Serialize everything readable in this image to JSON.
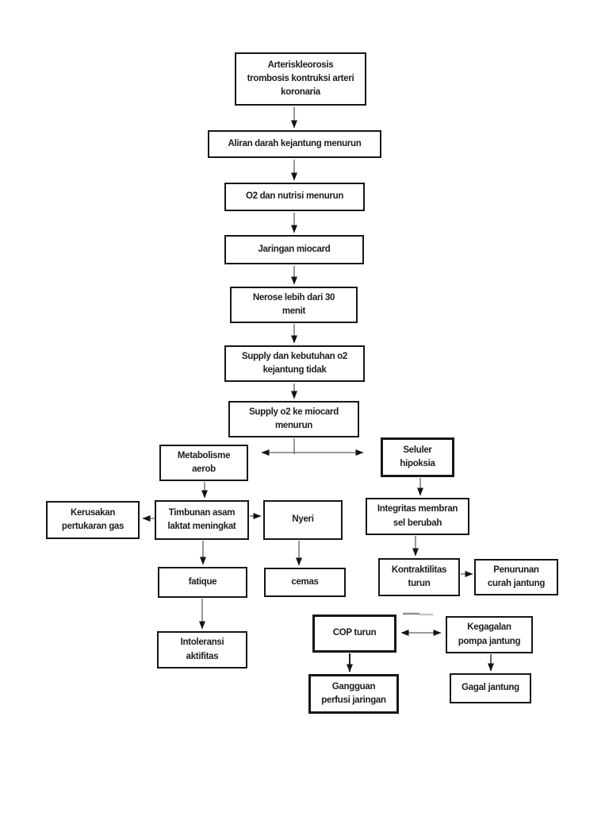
{
  "diagram": {
    "type": "flowchart",
    "language": "Indonesian",
    "topic": "Patofisiologi gagal jantung (pathway)",
    "colors": {
      "background": "#ffffff",
      "box_border": "#161616",
      "text": "#1c1c1c",
      "arrow_shaft": "#5f5f5f",
      "arrow_head": "#141414",
      "stray_mark": "#9a9a9a"
    },
    "nodes": {
      "arteriosclerosis": {
        "label": "Arteriskleorosis\ntrombosis kontruksi arteri\nkoronaria"
      },
      "aliran_darah": {
        "label": "Aliran darah kejantung menurun"
      },
      "o2_nutrisi": {
        "label": "O2 dan nutrisi menurun"
      },
      "jaringan_miocard": {
        "label": "Jaringan miocard"
      },
      "nerose": {
        "label": "Nerose lebih dari 30\nmenit"
      },
      "supply_kebutuhan": {
        "label": "Supply dan kebutuhan o2\nkejantung tidak"
      },
      "supply_o2": {
        "label": "Supply o2 ke miocard\nmenurun"
      },
      "metabolisme_aerob": {
        "label": "Metabolisme\naerob"
      },
      "seluler_hipoksia": {
        "label": "Seluler\nhipoksia"
      },
      "kerusakan_gas": {
        "label": "Kerusakan\npertukaran gas"
      },
      "timbunan_asam": {
        "label": "Timbunan asam\nlaktat meningkat"
      },
      "nyeri": {
        "label": "Nyeri"
      },
      "integritas_membran": {
        "label": "Integritas membran\nsel berubah"
      },
      "fatique": {
        "label": "fatique"
      },
      "cemas": {
        "label": "cemas"
      },
      "kontraktilitas": {
        "label": "Kontraktilitas\nturun"
      },
      "penurunan_curah": {
        "label": "Penurunan\ncurah jantung"
      },
      "intoleransi": {
        "label": "Intoleransi\naktifitas"
      },
      "cop_turun": {
        "label": "COP turun"
      },
      "kegagalan_pompa": {
        "label": "Kegagalan\npompa jantung"
      },
      "gangguan_perfusi": {
        "label": "Gangguan\nperfusi jaringan"
      },
      "gagal_jantung": {
        "label": "Gagal jantung"
      }
    },
    "edges": [
      {
        "from": "arteriosclerosis",
        "to": "aliran_darah",
        "type": "arrow"
      },
      {
        "from": "aliran_darah",
        "to": "o2_nutrisi",
        "type": "arrow"
      },
      {
        "from": "o2_nutrisi",
        "to": "jaringan_miocard",
        "type": "arrow"
      },
      {
        "from": "jaringan_miocard",
        "to": "nerose",
        "type": "arrow"
      },
      {
        "from": "nerose",
        "to": "supply_kebutuhan",
        "type": "arrow"
      },
      {
        "from": "supply_kebutuhan",
        "to": "supply_o2",
        "type": "arrow"
      },
      {
        "from": "supply_o2",
        "to": "metabolisme_aerob",
        "type": "arrow"
      },
      {
        "from": "supply_o2",
        "to": "seluler_hipoksia",
        "type": "arrow"
      },
      {
        "from": "metabolisme_aerob",
        "to": "timbunan_asam",
        "type": "arrow"
      },
      {
        "from": "timbunan_asam",
        "to": "kerusakan_gas",
        "type": "arrow"
      },
      {
        "from": "timbunan_asam",
        "to": "nyeri",
        "type": "arrow"
      },
      {
        "from": "timbunan_asam",
        "to": "fatique",
        "type": "arrow"
      },
      {
        "from": "nyeri",
        "to": "cemas",
        "type": "arrow"
      },
      {
        "from": "fatique",
        "to": "intoleransi",
        "type": "arrow"
      },
      {
        "from": "seluler_hipoksia",
        "to": "integritas_membran",
        "type": "arrow"
      },
      {
        "from": "integritas_membran",
        "to": "kontraktilitas",
        "type": "arrow"
      },
      {
        "from": "kontraktilitas",
        "to": "penurunan_curah",
        "type": "arrow"
      },
      {
        "from": "cop_turun",
        "to": "kegagalan_pompa",
        "type": "double-arrow"
      },
      {
        "from": "cop_turun",
        "to": "gangguan_perfusi",
        "type": "arrow"
      },
      {
        "from": "kegagalan_pompa",
        "to": "gagal_jantung",
        "type": "arrow"
      }
    ]
  }
}
